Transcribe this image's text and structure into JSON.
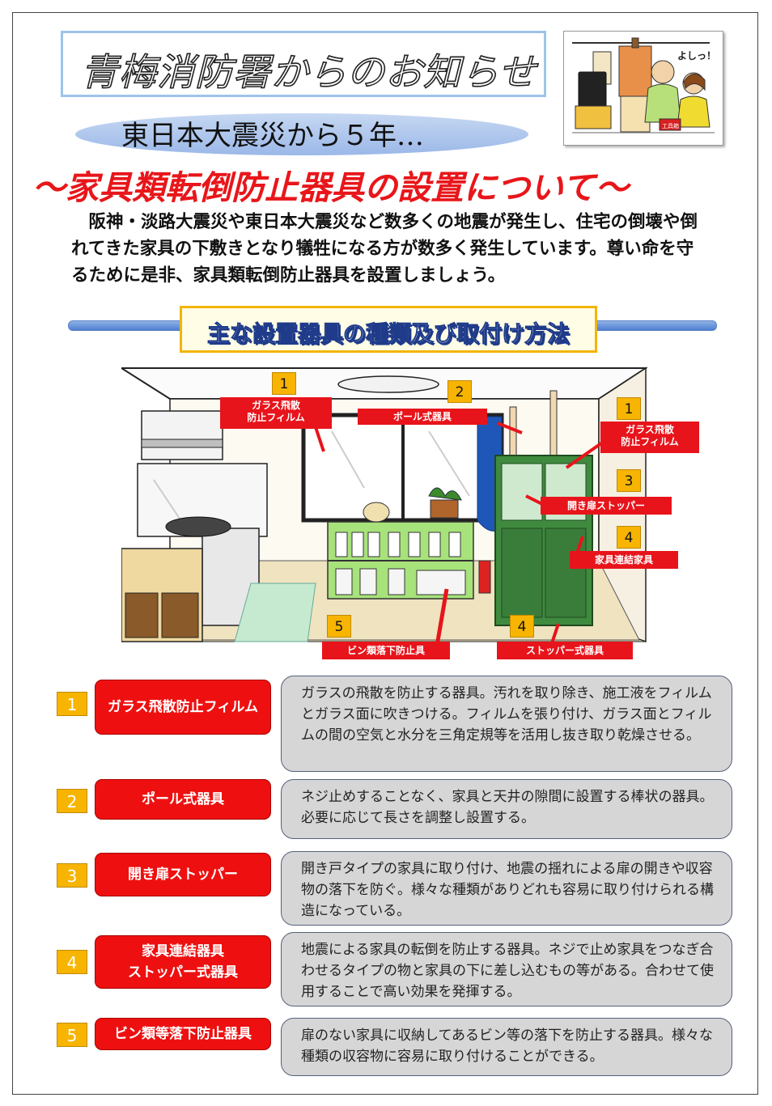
{
  "header": {
    "title": "青梅消防署からのお知らせ",
    "subtitle": "東日本大震災から５年…",
    "headline": "～家具類転倒防止器具の設置について～",
    "illustration_speech": "よしっ！",
    "illustration_box_label": "工具箱"
  },
  "intro": "　阪神・淡路大震災や東日本大震災など数多くの地震が発生し、住宅の倒壊や倒れてきた家具の下敷きとなり犠牲になる方が数多く発生しています。尊い命を守るために是非、家具類転倒防止器具を設置しましょう。",
  "section_title": "主な設置器具の種類及び取付け方法",
  "diagram": {
    "callouts": [
      {
        "num": "1",
        "label": "ガラス飛散\n防止フィルム"
      },
      {
        "num": "2",
        "label": "ポール式器具"
      },
      {
        "num": "1",
        "label": "ガラス飛散\n防止フィルム"
      },
      {
        "num": "3",
        "label": "開き扉ストッパー"
      },
      {
        "num": "4",
        "label": "家具連結家具"
      },
      {
        "num": "5",
        "label": "ビン類落下防止具"
      },
      {
        "num": "4",
        "label": "ストッパー式器具"
      }
    ]
  },
  "items": [
    {
      "num": "1",
      "label": "ガラス飛散防止フィルム",
      "desc": "ガラスの飛散を防止する器具。汚れを取り除き、施工液をフィルムとガラス面に吹きつける。フィルムを張り付け、ガラス面とフィルムの間の空気と水分を三角定規等を活用し抜き取り乾燥させる。"
    },
    {
      "num": "2",
      "label": "ポール式器具",
      "desc": "ネジ止めすることなく、家具と天井の隙間に設置する棒状の器具。必要に応じて長さを調整し設置する。"
    },
    {
      "num": "3",
      "label": "開き扉ストッパー",
      "desc": "開き戸タイプの家具に取り付け、地震の揺れによる扉の開きや収容物の落下を防ぐ。様々な種類がありどれも容易に取り付けられる構造になっている。"
    },
    {
      "num": "4",
      "label": "家具連結器具\nストッパー式器具",
      "desc": "地震による家具の転倒を防止する器具。ネジで止め家具をつなぎ合わせるタイプの物と家具の下に差し込むもの等がある。合わせて使用することで高い効果を発揮する。"
    },
    {
      "num": "5",
      "label": "ビン類等落下防止器具",
      "desc": "扉のない家具に収納してあるビン等の落下を防止する器具。様々な種類の収容物に容易に取り付けることができる。"
    }
  ]
}
